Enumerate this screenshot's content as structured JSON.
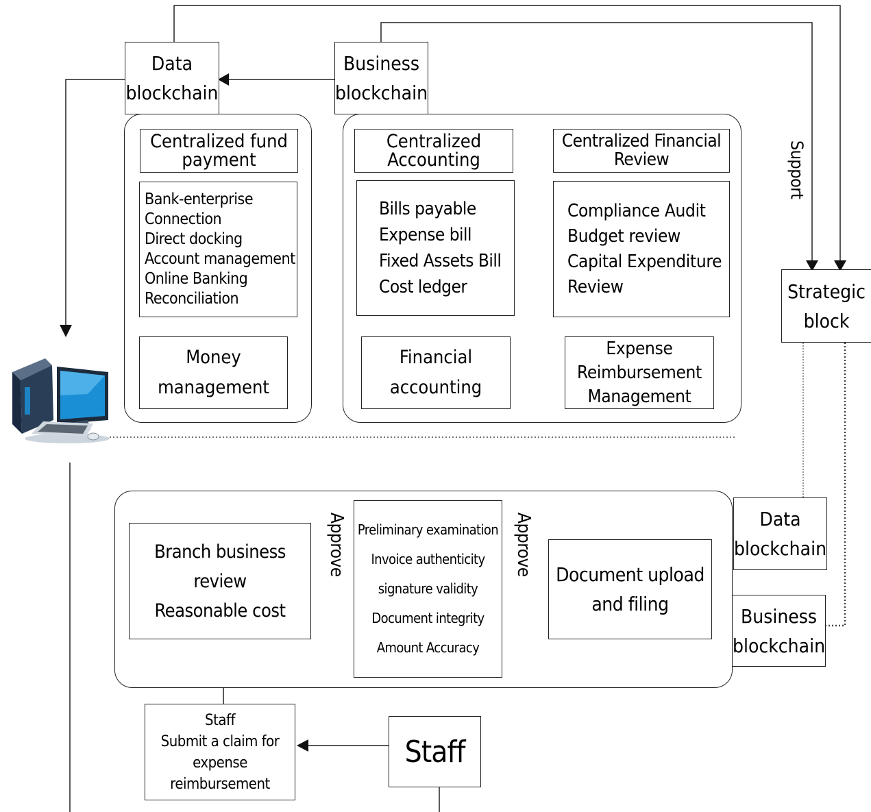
{
  "top_section": {
    "data_blockchain": "Data\nblockchain",
    "business_blockchain": "Business\nblockchain",
    "fund_group": {
      "title": "Centralized fund\npayment",
      "items": "Bank-enterprise\nConnection\nDirect docking\nAccount management\nOnline Banking\nReconciliation",
      "footer": "Money\nmanagement"
    },
    "accounting": {
      "title": "Centralized\nAccounting",
      "items": "Bills payable\nExpense bill\nFixed Assets Bill\nCost ledger",
      "footer": "Financial\naccounting"
    },
    "review": {
      "title": "Centralized Financial\nReview",
      "items": "Compliance  Audit\nBudget review\nCapital  Expenditure\nReview",
      "footer": "Expense\nReimbursement\nManagement"
    }
  },
  "right_section": {
    "support_label": "Support",
    "strategic_block": "Strategic\nblock",
    "data_blockchain": "Data\nblockchain",
    "business_blockchain": "Business\nblockchain"
  },
  "bottom_section": {
    "branch_review": "Branch business\nreview\nReasonable cost",
    "approve_label_1": "Approve",
    "examination": "Preliminary examination\nInvoice authenticity\nsignature validity\nDocument integrity\nAmount Accuracy",
    "approve_label_2": "Approve",
    "document_upload": "Document upload\nand filing",
    "staff_submit": "Staff\nSubmit a claim for\nexpense\nreimbursement",
    "staff": "Staff"
  },
  "colors": {
    "line": "#222222",
    "monitor_screen": "#1b8fd6",
    "tower": "#2a3e57"
  },
  "icons": {
    "computer": "computer-icon"
  }
}
